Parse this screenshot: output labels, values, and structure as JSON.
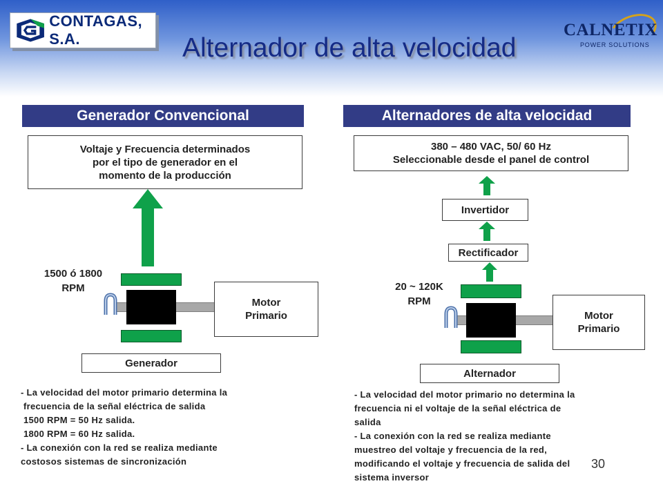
{
  "header": {
    "title": "Alternador de alta velocidad",
    "logo_left_text": "CONTAGAS, S.A.",
    "logo_right_text": "CALNETIX",
    "logo_right_sub": "POWER SOLUTIONS"
  },
  "left": {
    "header": "Generador Convencional",
    "output_lines": [
      "Voltaje y Frecuencia determinados",
      "por el tipo de generador en el",
      "momento de la producción"
    ],
    "speed_lines": [
      "1500 ó 1800",
      "RPM"
    ],
    "motor_lines": [
      "Motor",
      "Primario"
    ],
    "generator_label": "Generador",
    "notes": [
      "- La velocidad del motor primario determina la",
      "  frecuencia de la señal eléctrica de salida",
      "  1500 RPM = 50 Hz salida.",
      "  1800 RPM = 60 Hz salida.",
      "- La conexión con la red se realiza mediante",
      "costosos sistemas de sincronización"
    ]
  },
  "right": {
    "header": "Alternadores de alta velocidad",
    "output_lines": [
      "380 – 480 VAC, 50/ 60 Hz",
      "Seleccionable desde el panel de control"
    ],
    "inverter_label": "Invertidor",
    "rectifier_label": "Rectificador",
    "speed_lines": [
      "20 ~ 120K",
      "RPM"
    ],
    "motor_lines": [
      "Motor",
      "Primario"
    ],
    "alternator_label": "Alternador",
    "notes": [
      "- La velocidad del motor primario no determina  la",
      "frecuencia ni el voltaje de la señal eléctrica de",
      "salida",
      "- La conexión con la red se realiza mediante",
      "muestreo del voltaje y frecuencia de la red,",
      "modificando el voltaje y frecuencia de salida del",
      "sistema inversor"
    ]
  },
  "page_number": "30",
  "colors": {
    "header_band": "#2f5fc8",
    "section_header": "#323c86",
    "title": "#152b86",
    "arrow_green": "#0fa14a",
    "stator_green": "#0fa14a",
    "rotor": "#000000",
    "shaft": "#a8a8a8",
    "coupling": "#7c9cc8"
  }
}
